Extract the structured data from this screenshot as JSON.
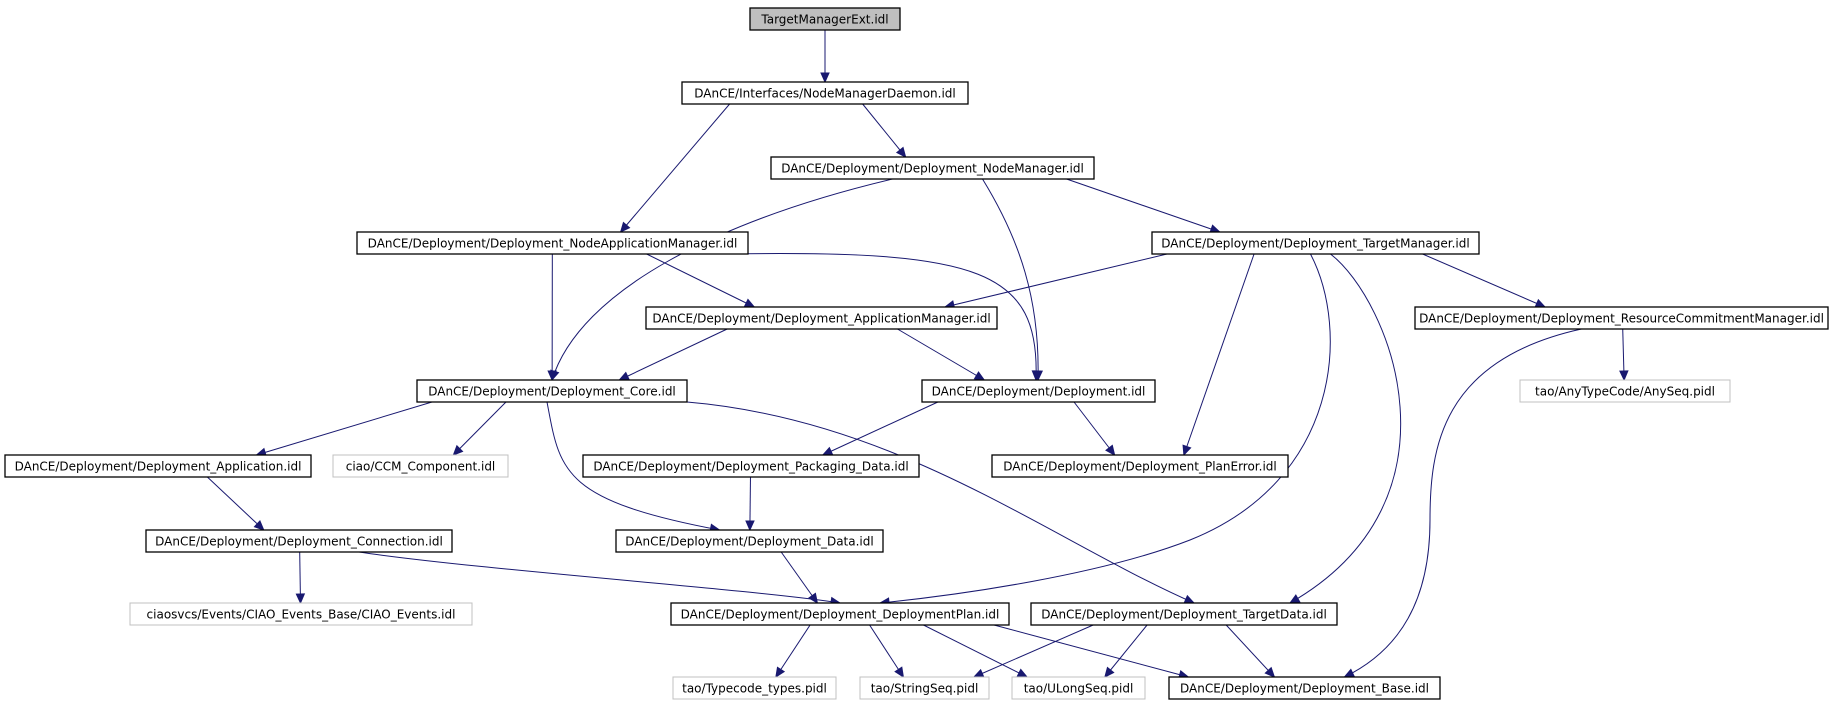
{
  "colors": {
    "edge": "#191970",
    "root_fill": "#bfbfbf",
    "external_border": "#c0c0c0",
    "border": "#000000",
    "background": "#ffffff"
  },
  "nodes": [
    {
      "id": "root",
      "label": "TargetManagerExt.idl",
      "kind": "root"
    },
    {
      "id": "nmd",
      "label": "DAnCE/Interfaces/NodeManagerDaemon.idl",
      "kind": "documented"
    },
    {
      "id": "nm",
      "label": "DAnCE/Deployment/Deployment_NodeManager.idl",
      "kind": "documented"
    },
    {
      "id": "nam",
      "label": "DAnCE/Deployment/Deployment_NodeApplicationManager.idl",
      "kind": "documented"
    },
    {
      "id": "tm",
      "label": "DAnCE/Deployment/Deployment_TargetManager.idl",
      "kind": "documented"
    },
    {
      "id": "am",
      "label": "DAnCE/Deployment/Deployment_ApplicationManager.idl",
      "kind": "documented"
    },
    {
      "id": "rcm",
      "label": "DAnCE/Deployment/Deployment_ResourceCommitmentManager.idl",
      "kind": "documented"
    },
    {
      "id": "core",
      "label": "DAnCE/Deployment/Deployment_Core.idl",
      "kind": "documented"
    },
    {
      "id": "dep",
      "label": "DAnCE/Deployment/Deployment.idl",
      "kind": "documented"
    },
    {
      "id": "anyseq",
      "label": "tao/AnyTypeCode/AnySeq.pidl",
      "kind": "external"
    },
    {
      "id": "app",
      "label": "DAnCE/Deployment/Deployment_Application.idl",
      "kind": "documented"
    },
    {
      "id": "ccm",
      "label": "ciao/CCM_Component.idl",
      "kind": "external"
    },
    {
      "id": "pkg",
      "label": "DAnCE/Deployment/Deployment_Packaging_Data.idl",
      "kind": "documented"
    },
    {
      "id": "perr",
      "label": "DAnCE/Deployment/Deployment_PlanError.idl",
      "kind": "documented"
    },
    {
      "id": "conn",
      "label": "DAnCE/Deployment/Deployment_Connection.idl",
      "kind": "documented"
    },
    {
      "id": "data",
      "label": "DAnCE/Deployment/Deployment_Data.idl",
      "kind": "documented"
    },
    {
      "id": "ciaoev",
      "label": "ciaosvcs/Events/CIAO_Events_Base/CIAO_Events.idl",
      "kind": "external"
    },
    {
      "id": "dplan",
      "label": "DAnCE/Deployment/Deployment_DeploymentPlan.idl",
      "kind": "documented"
    },
    {
      "id": "tdata",
      "label": "DAnCE/Deployment/Deployment_TargetData.idl",
      "kind": "documented"
    },
    {
      "id": "tctypes",
      "label": "tao/Typecode_types.pidl",
      "kind": "external"
    },
    {
      "id": "strseq",
      "label": "tao/StringSeq.pidl",
      "kind": "external"
    },
    {
      "id": "ulseq",
      "label": "tao/ULongSeq.pidl",
      "kind": "external"
    },
    {
      "id": "base",
      "label": "DAnCE/Deployment/Deployment_Base.idl",
      "kind": "documented"
    }
  ],
  "edges": [
    {
      "from": "root",
      "to": "nmd"
    },
    {
      "from": "nmd",
      "to": "nam"
    },
    {
      "from": "nmd",
      "to": "nm"
    },
    {
      "from": "nm",
      "to": "core"
    },
    {
      "from": "nm",
      "to": "dep"
    },
    {
      "from": "nm",
      "to": "tm"
    },
    {
      "from": "nam",
      "to": "core"
    },
    {
      "from": "nam",
      "to": "am"
    },
    {
      "from": "nam",
      "to": "dep"
    },
    {
      "from": "tm",
      "to": "am"
    },
    {
      "from": "tm",
      "to": "perr"
    },
    {
      "from": "tm",
      "to": "dplan"
    },
    {
      "from": "tm",
      "to": "tdata"
    },
    {
      "from": "tm",
      "to": "rcm"
    },
    {
      "from": "am",
      "to": "core"
    },
    {
      "from": "am",
      "to": "dep"
    },
    {
      "from": "rcm",
      "to": "anyseq"
    },
    {
      "from": "rcm",
      "to": "base"
    },
    {
      "from": "core",
      "to": "app"
    },
    {
      "from": "core",
      "to": "ccm"
    },
    {
      "from": "core",
      "to": "data"
    },
    {
      "from": "core",
      "to": "tdata"
    },
    {
      "from": "dep",
      "to": "pkg"
    },
    {
      "from": "dep",
      "to": "perr"
    },
    {
      "from": "app",
      "to": "conn"
    },
    {
      "from": "pkg",
      "to": "data"
    },
    {
      "from": "conn",
      "to": "ciaoev"
    },
    {
      "from": "conn",
      "to": "dplan"
    },
    {
      "from": "data",
      "to": "dplan"
    },
    {
      "from": "dplan",
      "to": "tctypes"
    },
    {
      "from": "dplan",
      "to": "strseq"
    },
    {
      "from": "dplan",
      "to": "ulseq"
    },
    {
      "from": "dplan",
      "to": "base"
    },
    {
      "from": "tdata",
      "to": "strseq"
    },
    {
      "from": "tdata",
      "to": "ulseq"
    },
    {
      "from": "tdata",
      "to": "base"
    }
  ]
}
